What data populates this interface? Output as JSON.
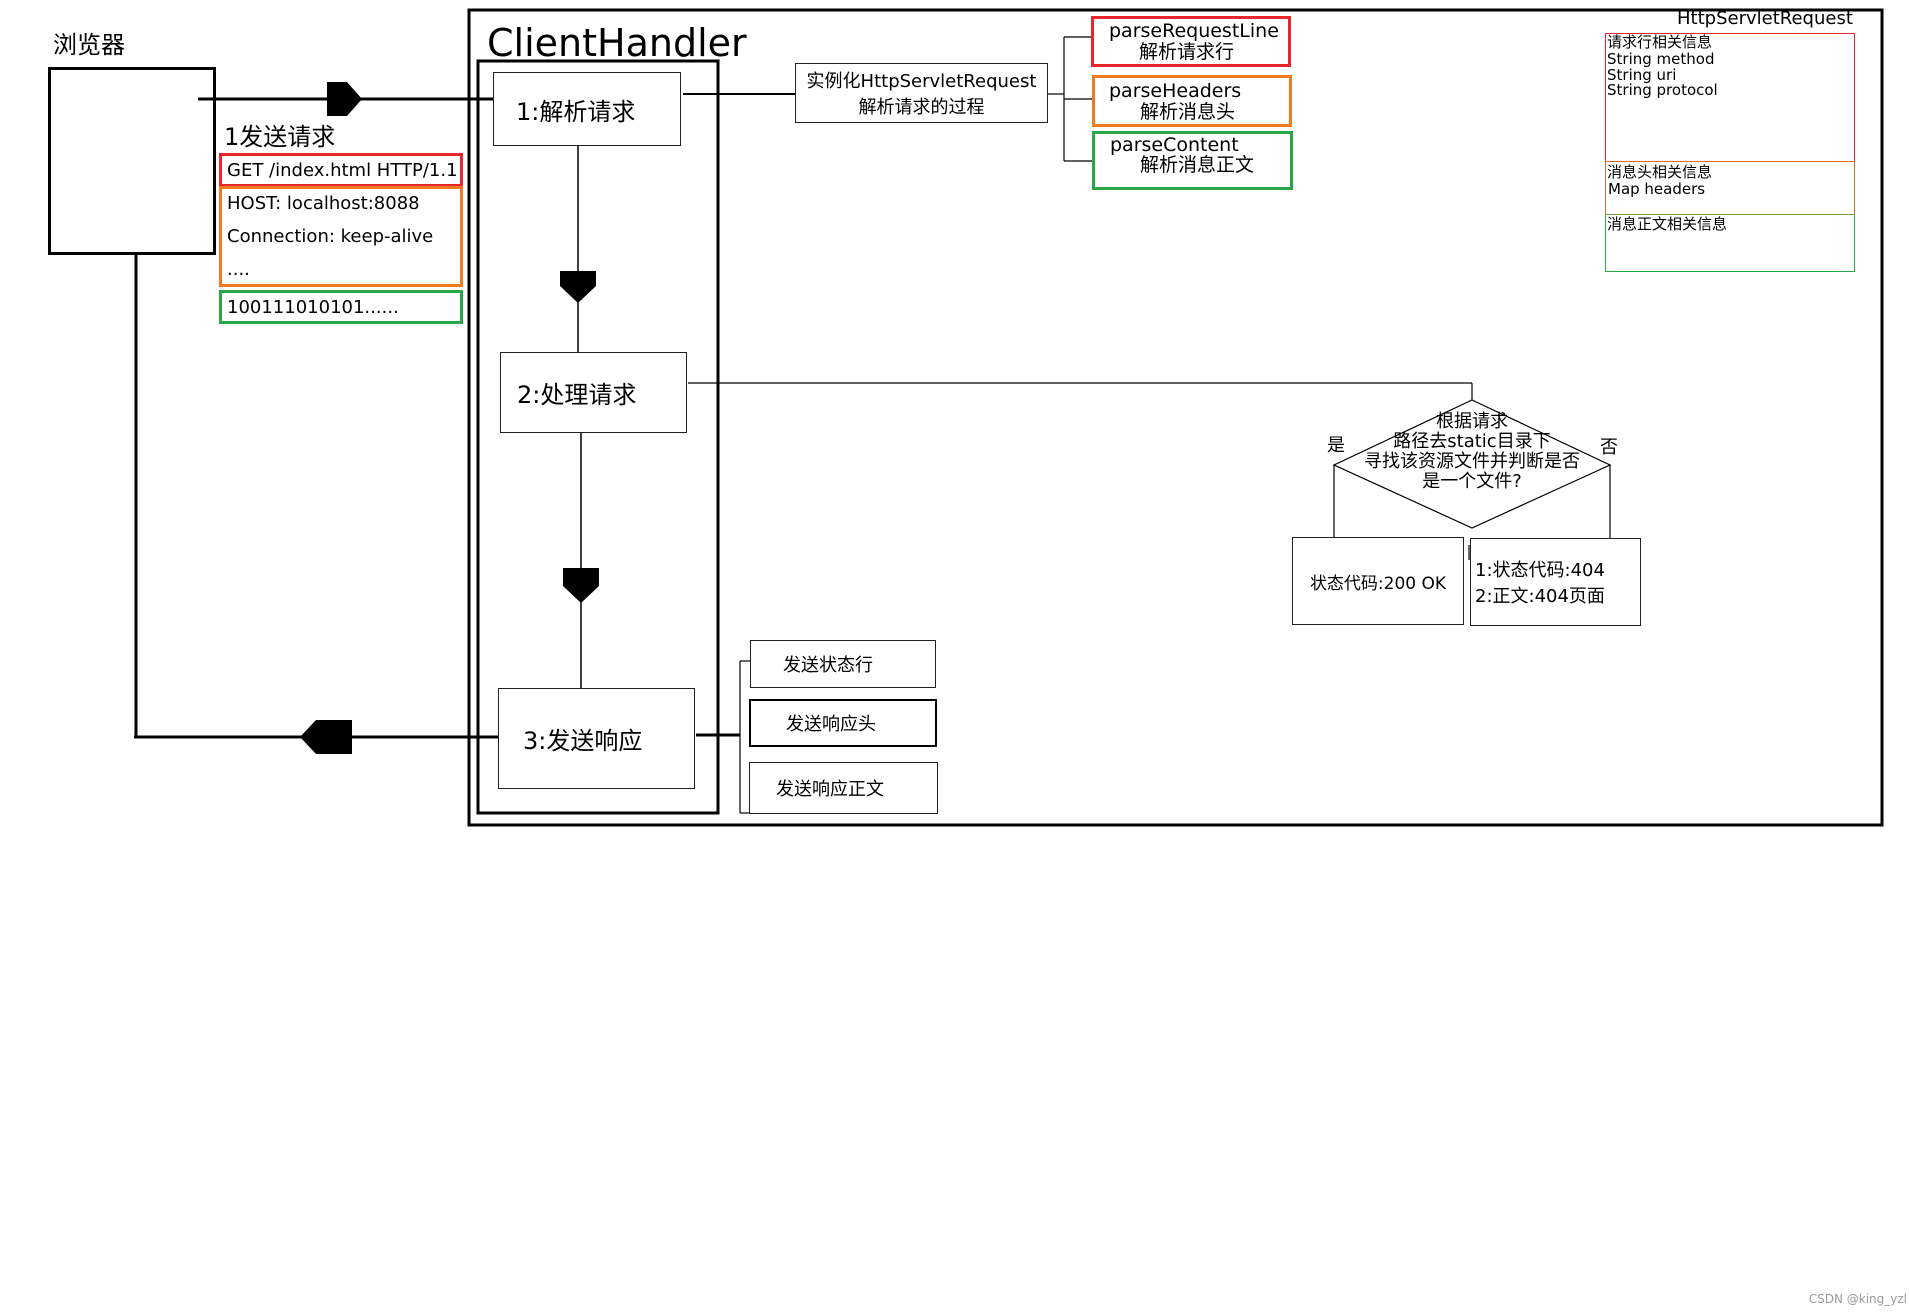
{
  "browser": {
    "label": "浏览器"
  },
  "send_request": {
    "label": "1发送请求",
    "request_line": "GET /index.html HTTP/1.1",
    "headers": [
      "HOST: localhost:8088",
      "Connection: keep-alive",
      "...."
    ],
    "body": "100111010101......"
  },
  "client_handler": {
    "title": "ClientHandler",
    "steps": [
      "1:解析请求",
      "2:处理请求",
      "3:发送响应"
    ]
  },
  "instantiate": {
    "line1": "实例化HttpServletRequest",
    "line2": "解析请求的过程"
  },
  "parse_methods": [
    {
      "name": "parseRequestLine",
      "desc": "解析请求行",
      "color": "#e8262b"
    },
    {
      "name": "parseHeaders",
      "desc": "解析消息头",
      "color": "#f07a21"
    },
    {
      "name": "parseContent",
      "desc": "解析消息正文",
      "color": "#27a844"
    }
  ],
  "http_servlet_request": {
    "title": "HttpServletRequest",
    "request_line_section": [
      "请求行相关信息",
      "String method",
      "String uri",
      "String protocol"
    ],
    "headers_section": [
      "消息头相关信息",
      "Map headers"
    ],
    "content_section": [
      "消息正文相关信息"
    ]
  },
  "decision": {
    "text": [
      "根据请求",
      "路径去static目录下",
      "寻找该资源文件并判断是否",
      "是一个文件?"
    ],
    "yes": "是",
    "no": "否",
    "yes_result": "状态代码:200 OK",
    "no_result": [
      "1:状态代码:404",
      "2:正文:404页面"
    ]
  },
  "response_parts": [
    "发送状态行",
    "发送响应头",
    "发送响应正文"
  ],
  "watermark": "CSDN @king_yzl"
}
